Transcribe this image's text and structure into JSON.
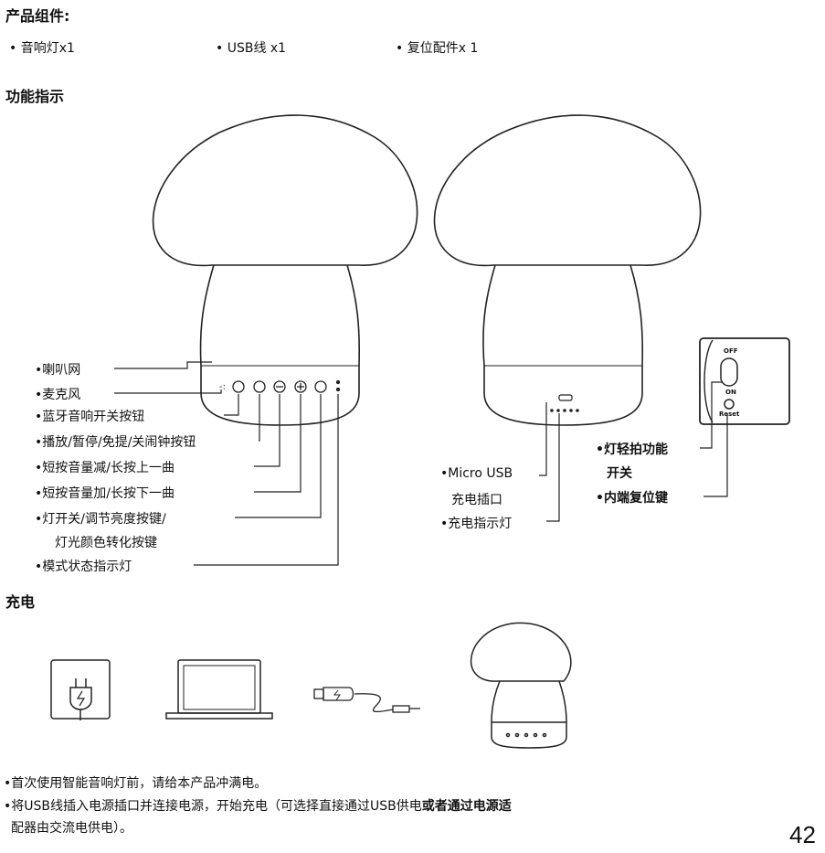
{
  "components": {
    "heading": "产品组件:",
    "items": [
      "• 音响灯x1",
      "• USB线 x1",
      "• 复位配件x 1"
    ]
  },
  "function_heading": "功能指示",
  "front_labels": [
    "•喇叭网",
    "•麦克风",
    "•蓝牙音响开关按钮",
    "•播放/暂停/免提/关闹钟按钮",
    "•短按音量减/长按上一曲",
    "•短按音量加/长按下一曲",
    "•灯开关/调节亮度按键/",
    "灯光颜色转化按键",
    "•模式状态指示灯"
  ],
  "back_labels": {
    "usb_line1": "•Micro USB",
    "usb_line2": "充电插口",
    "charge_led": "•充电指示灯",
    "tap_line1": "•灯轻拍功能",
    "tap_line2": "开关",
    "reset": "•内端复位键"
  },
  "switch": {
    "off": "OFF",
    "on": "ON",
    "reset": "Reset"
  },
  "charging_heading": "充电",
  "notes": [
    "•首次使用智能音响灯前，请给本产品冲满电。",
    "•将USB线插入电源插口并连接电源，开始充电（可选择直接通过USB供电",
    "或者通过电源适",
    "配器由交流电供电）。"
  ],
  "page_number": "42"
}
